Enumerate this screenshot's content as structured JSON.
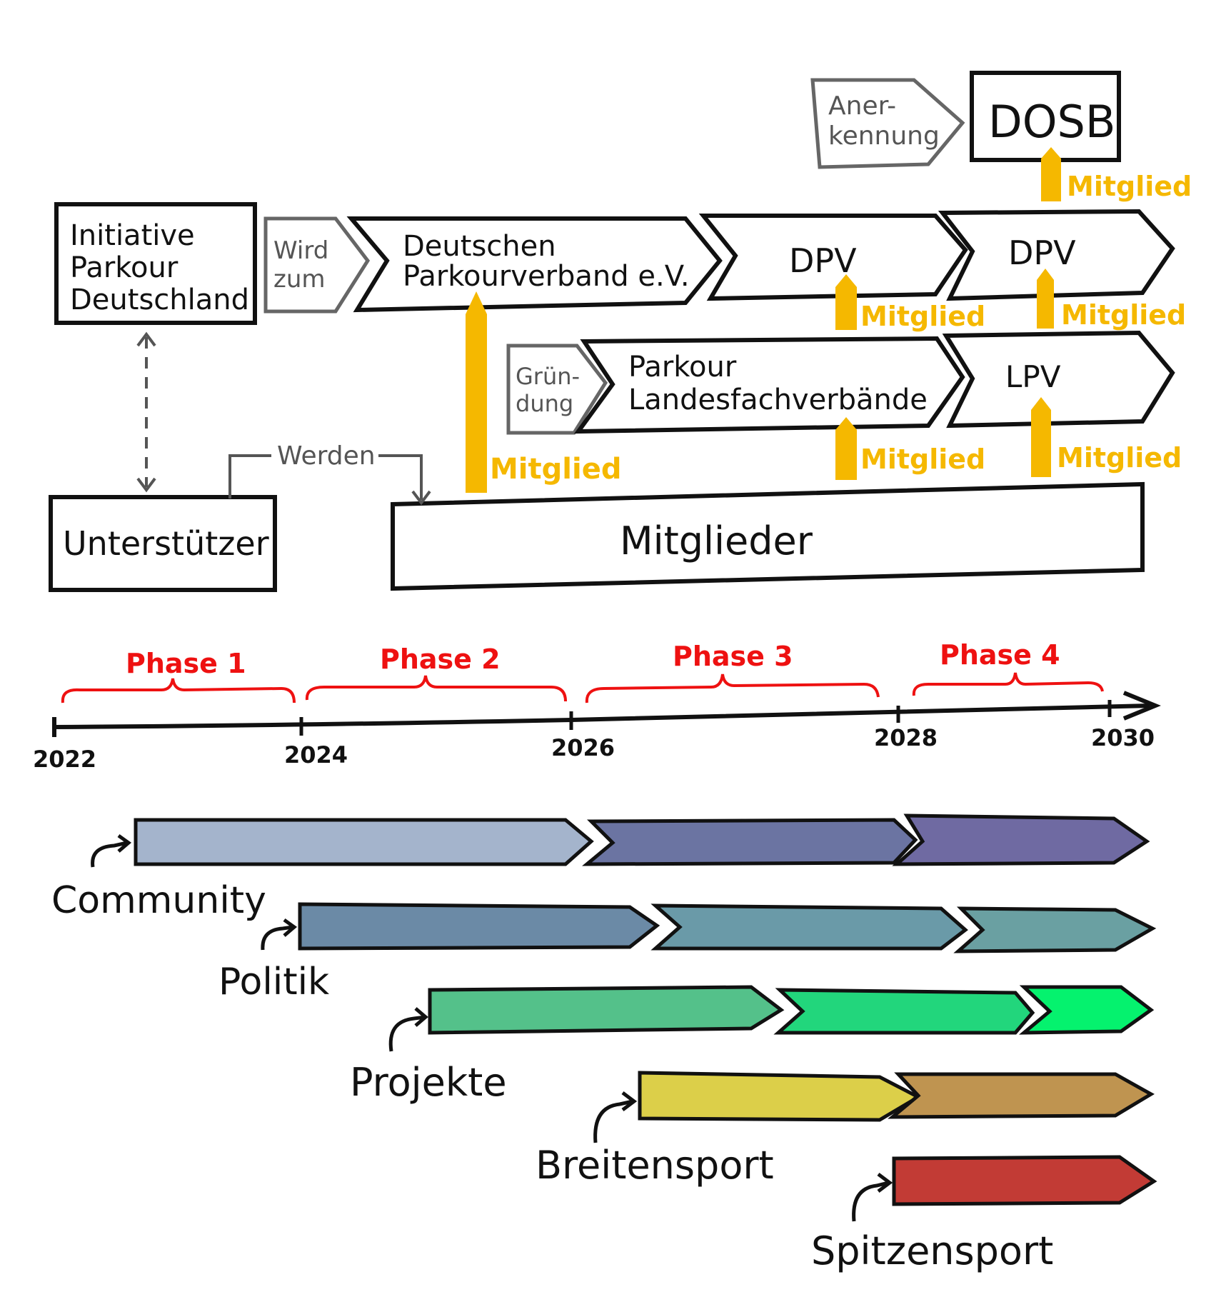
{
  "org": {
    "initiative": [
      "Initiative",
      "Parkour",
      "Deutschland"
    ],
    "wird_zum": [
      "Wird",
      "zum"
    ],
    "dpv_full": [
      "Deutschen",
      "Parkourverband e.V."
    ],
    "dpv_2": "DPV",
    "dpv_3": "DPV",
    "anerkennung": [
      "Aner-",
      "kennung"
    ],
    "dosb": "DOSB",
    "gruendung": [
      "Grün-",
      "dung"
    ],
    "lfv": [
      "Parkour",
      "Landesfachverbände"
    ],
    "lpv": "LPV",
    "unterstuetzer": "Unterstützer",
    "werden": "Werden",
    "mitglieder": "Mitglieder",
    "mitglied_label": "Mitglied"
  },
  "timeline": {
    "phases": [
      "Phase 1",
      "Phase 2",
      "Phase 3",
      "Phase 4"
    ],
    "years": [
      "2022",
      "2024",
      "2026",
      "2028",
      "2030"
    ]
  },
  "tracks": [
    {
      "label": "Community",
      "colors": [
        "#a4b4cc",
        "#6b74a2",
        "#6f6aa2"
      ]
    },
    {
      "label": "Politik",
      "colors": [
        "#6b8aa6",
        "#6a9aa8",
        "#6aa0a2"
      ]
    },
    {
      "label": "Projekte",
      "colors": [
        "#54c18a",
        "#22d67c",
        "#05f26e"
      ]
    },
    {
      "label": "Breitensport",
      "colors": [
        "#dccf49",
        "#bf9450"
      ]
    },
    {
      "label": "Spitzensport",
      "colors": [
        "#c23b35"
      ]
    }
  ],
  "colors": {
    "gold": "#f5b800",
    "red": "#ee1111",
    "ink": "#111111",
    "gray": "#555555"
  }
}
